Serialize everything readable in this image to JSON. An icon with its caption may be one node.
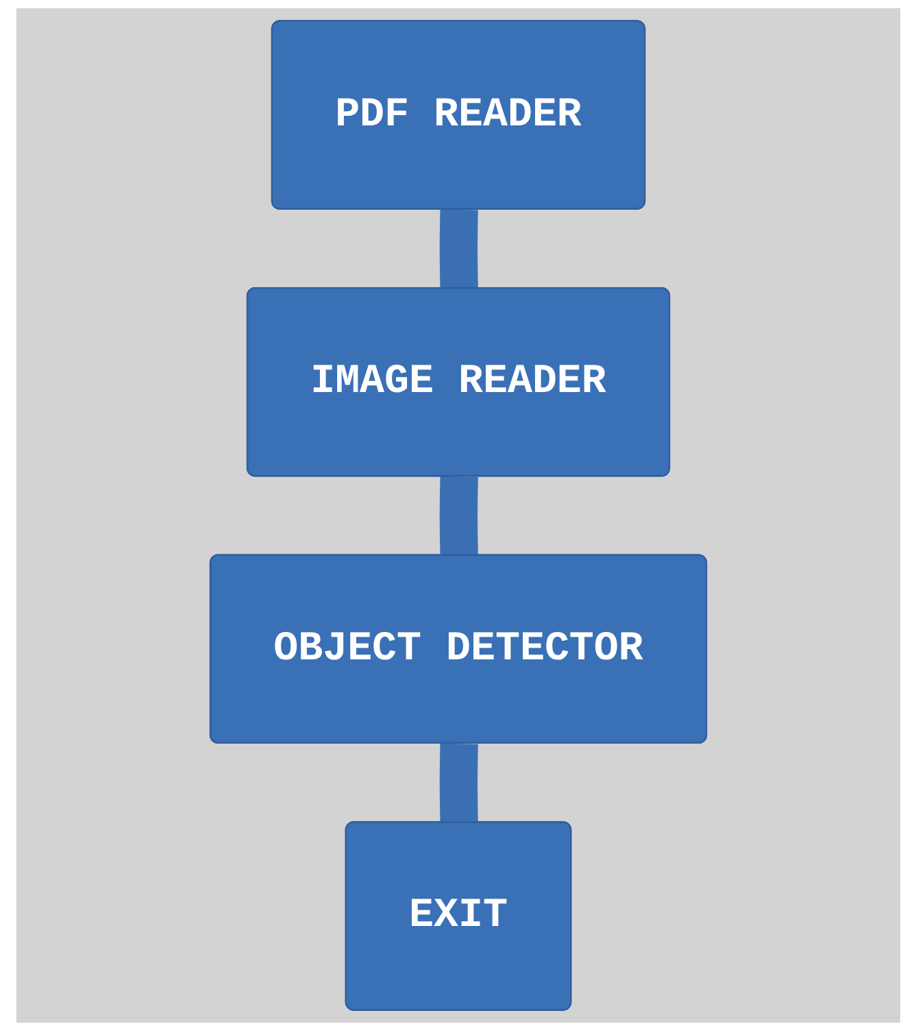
{
  "diagram": {
    "nodes": [
      {
        "text": [
          "PDF READER"
        ]
      },
      {
        "text": [
          "IMAGE READER"
        ]
      },
      {
        "text": [
          "OBJECT DETECTOR"
        ]
      },
      {
        "text": [
          "EXIT"
        ]
      }
    ],
    "edges": [
      {
        "from": 0,
        "to": 1,
        "arrow": "none"
      },
      {
        "from": 1,
        "to": 2,
        "arrow": "none"
      },
      {
        "from": 2,
        "to": 3,
        "arrow": "none"
      }
    ]
  }
}
